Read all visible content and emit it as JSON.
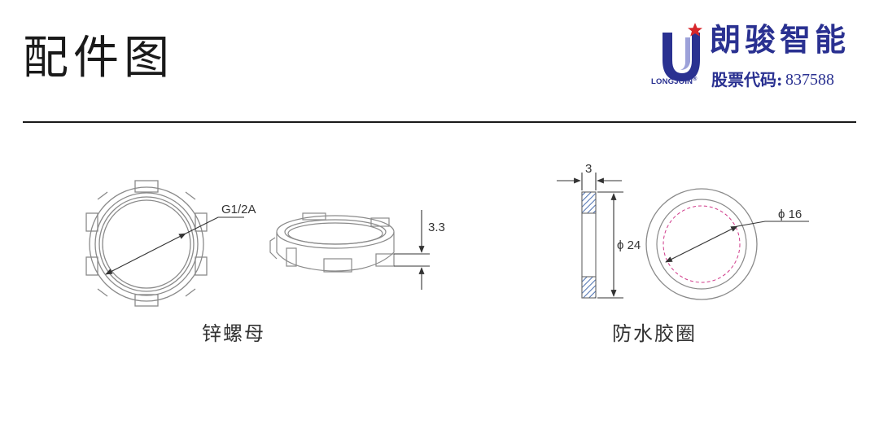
{
  "header": {
    "title": "配件图",
    "brand": {
      "name": "朗骏智能",
      "latin": "LONGJOIN",
      "registered_mark": "®",
      "stock_label": "股票代码:",
      "stock_code": "837588",
      "colors": {
        "primary": "#2a3191",
        "star": "#d7262b"
      }
    }
  },
  "parts": [
    {
      "name": "锌螺母",
      "thread_label": "G1/2A",
      "thickness_label": "3.3"
    },
    {
      "name": "防水胶圈",
      "thickness_label": "3",
      "outer_diameter_label": "ϕ 24",
      "inner_diameter_label": "ϕ 16",
      "hatch_color": "#4a6fb0",
      "inner_circle_color": "#d03a8a"
    }
  ]
}
